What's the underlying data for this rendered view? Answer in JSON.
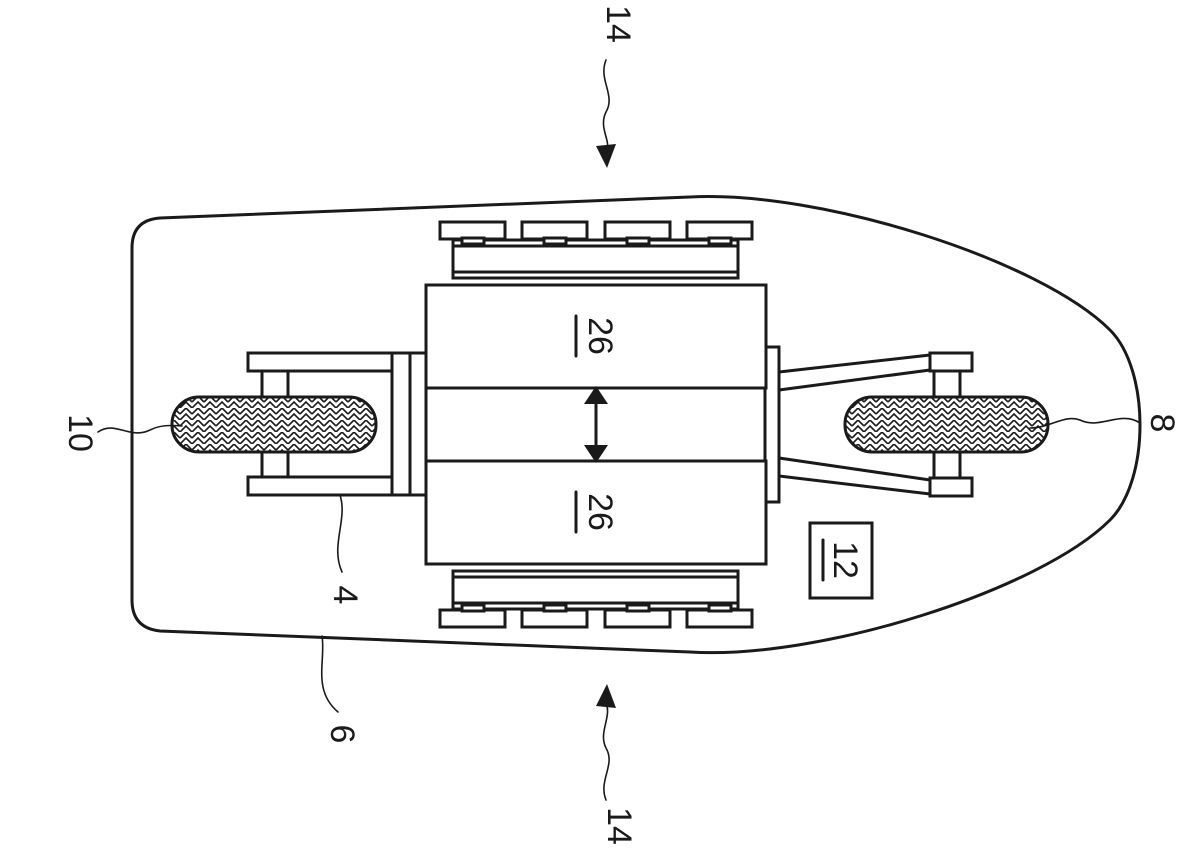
{
  "colors": {
    "ink": "#1a1a1a",
    "paper": "#ffffff"
  },
  "labels": {
    "ref_14_top": "14",
    "ref_14_bottom": "14",
    "ref_10": "10",
    "ref_8": "8",
    "ref_4": "4",
    "ref_6": "6",
    "ref_26_upper": "26",
    "ref_26_lower": "26",
    "ref_12": "12"
  }
}
